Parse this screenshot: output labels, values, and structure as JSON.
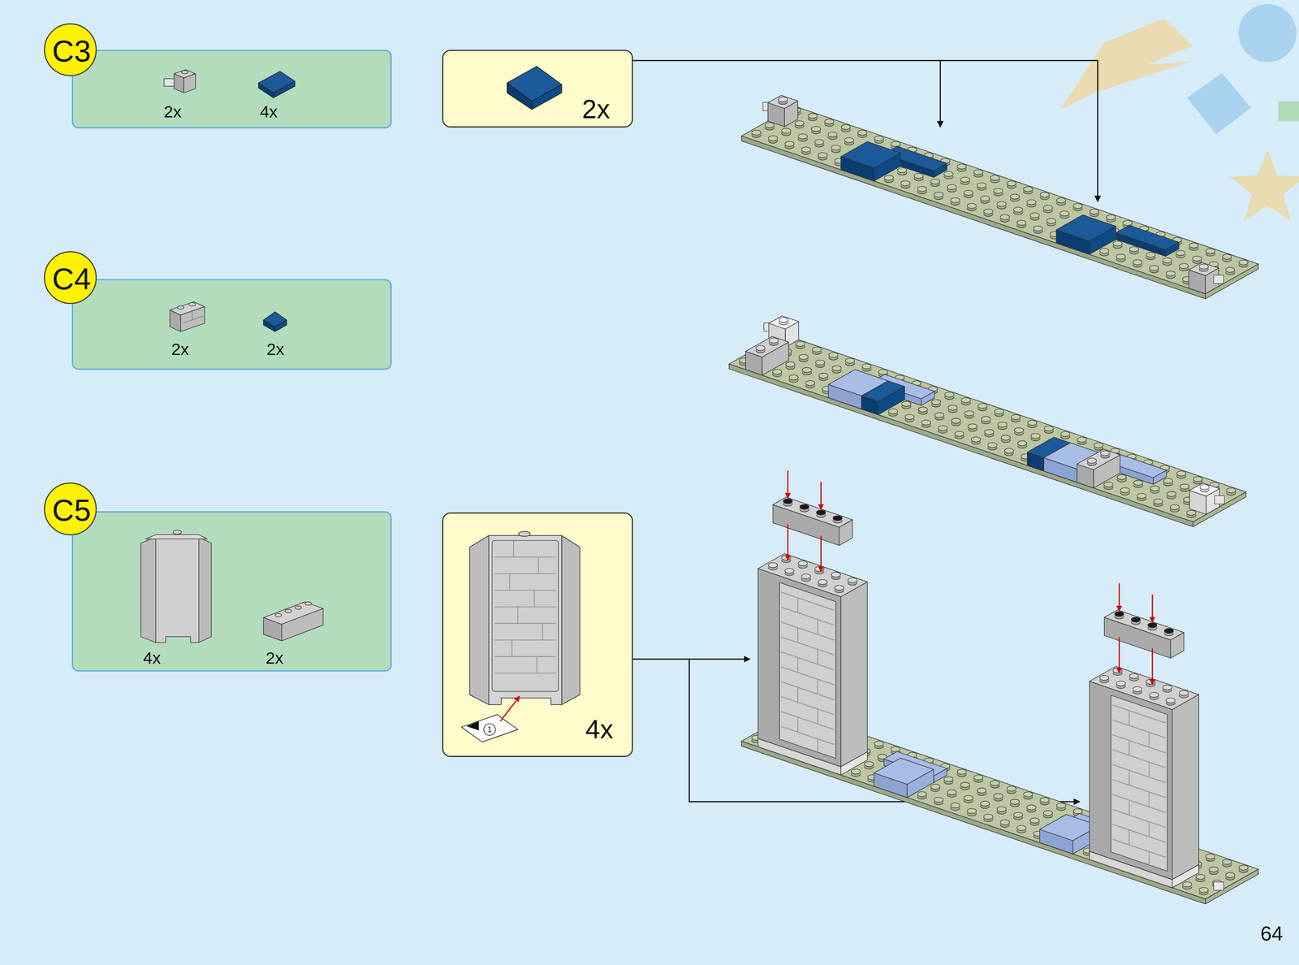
{
  "diagram": {
    "nodes": [
      {
        "text": [
          "C3"
        ]
      },
      {
        "text": [
          "2x",
          "4x"
        ]
      },
      {
        "text": [
          "2x"
        ]
      },
      {
        "text": [
          "C4"
        ]
      },
      {
        "text": [
          "2x",
          "2x"
        ]
      },
      {
        "text": [
          "C5"
        ]
      },
      {
        "text": [
          "4x",
          "2x"
        ]
      },
      {
        "text": [
          "4x"
        ]
      }
    ],
    "labels": [
      "1",
      "64"
    ]
  }
}
